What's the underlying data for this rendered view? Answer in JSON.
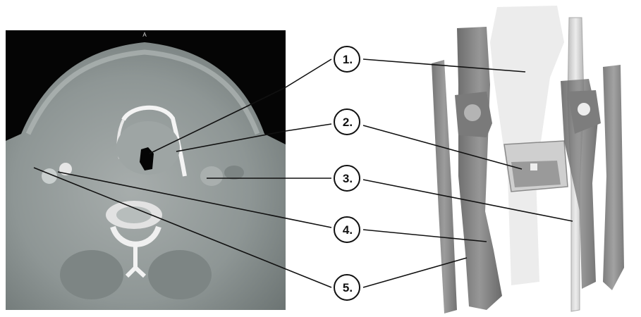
{
  "figure": {
    "ct_orientation_marker": "A",
    "callouts": [
      {
        "id": "1",
        "label": "1."
      },
      {
        "id": "2",
        "label": "2."
      },
      {
        "id": "3",
        "label": "3."
      },
      {
        "id": "4",
        "label": "4."
      },
      {
        "id": "5",
        "label": "5."
      }
    ]
  },
  "colors": {
    "background": "#ffffff",
    "ct_black": "#050505",
    "tissue_gray": "#8c9493",
    "bone": "#f2f2f2",
    "model_dark": "#6f6f6f",
    "model_light": "#d9d9d9",
    "leader": "#111111"
  }
}
